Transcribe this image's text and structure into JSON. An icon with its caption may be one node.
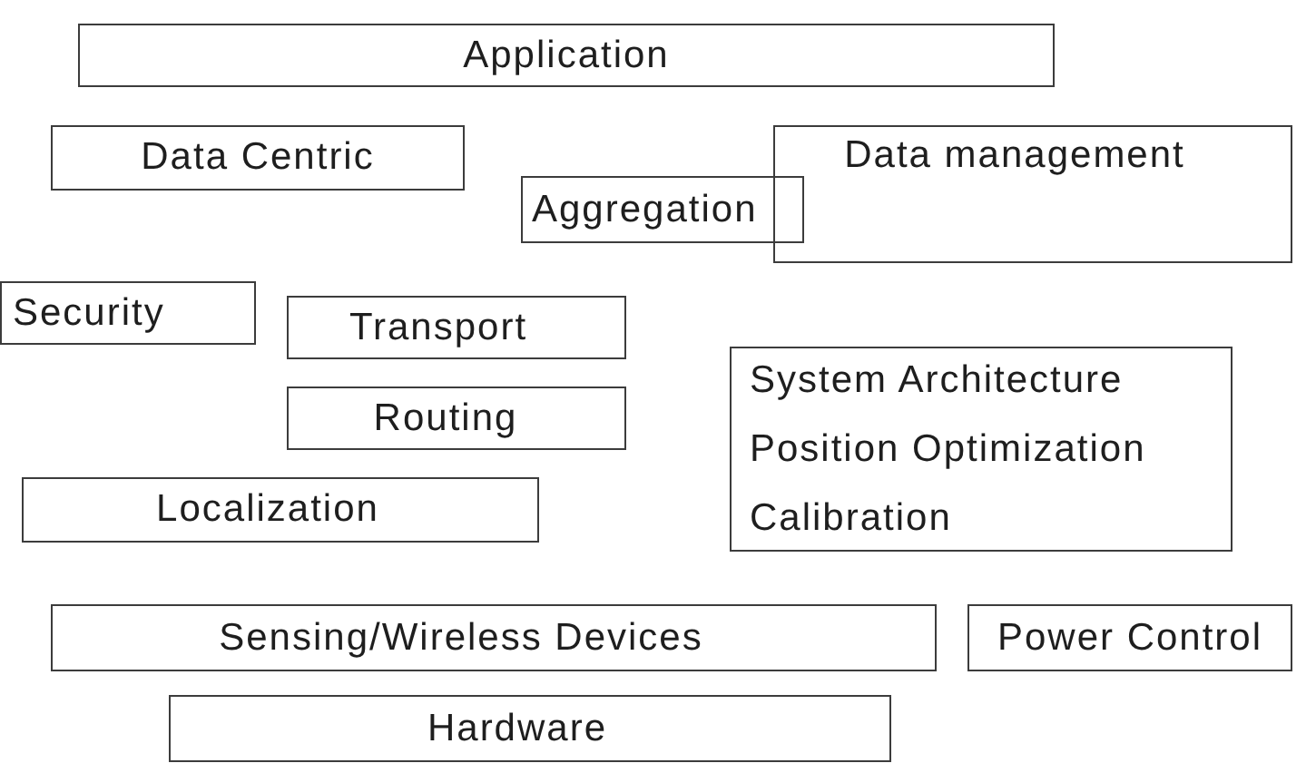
{
  "diagram": {
    "nodes": [
      {
        "text": [
          "Application"
        ]
      },
      {
        "text": [
          "Data Centric"
        ]
      },
      {
        "text": [
          "Data management"
        ]
      },
      {
        "text": [
          "Aggregation"
        ]
      },
      {
        "text": [
          "Security"
        ]
      },
      {
        "text": [
          "Transport"
        ]
      },
      {
        "text": [
          "Routing"
        ]
      },
      {
        "text": [
          "System Architecture",
          "Position Optimization",
          "Calibration"
        ]
      },
      {
        "text": [
          "Localization"
        ]
      },
      {
        "text": [
          "Sensing/Wireless Devices"
        ]
      },
      {
        "text": [
          "Power Control"
        ]
      },
      {
        "text": [
          "Hardware"
        ]
      }
    ]
  }
}
